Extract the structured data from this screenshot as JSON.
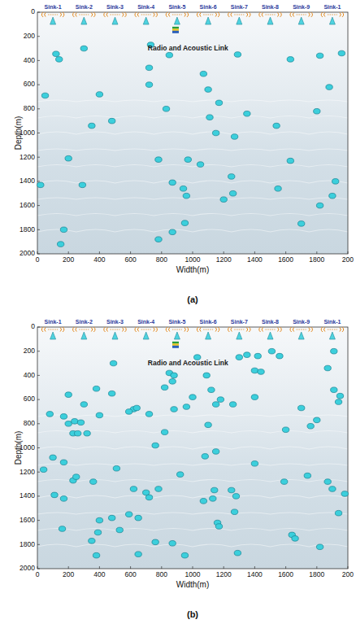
{
  "diagram": {
    "labels": [
      "Sink-1",
      "Sink-2",
      "Sink-3",
      "Sink-4",
      "Sink-5",
      "Sink-6",
      "Sink-7",
      "Sink-8",
      "Sink-9",
      "Sink-1",
      "Radio and Acoustic Link",
      "0",
      "200",
      "400",
      "600",
      "800",
      "1000",
      "1200",
      "1400",
      "1600",
      "1800",
      "2000",
      "0",
      "200",
      "400",
      "600",
      "800",
      "1000",
      "1200",
      "1400",
      "1600",
      "1800",
      "200",
      "Width(m)",
      "Depth(m)",
      "(a)",
      "Sink-1",
      "Sink-2",
      "Sink-3",
      "Sink-4",
      "Sink-5",
      "Sink-6",
      "Sink-7",
      "Sink-8",
      "Sink-9",
      "Sink-1",
      "Radio and Acoustic Link",
      "0",
      "200",
      "400",
      "600",
      "800",
      "1000",
      "1200",
      "1400",
      "1600",
      "1800",
      "2000",
      "0",
      "200",
      "400",
      "600",
      "800",
      "1000",
      "1200",
      "1400",
      "1600",
      "1800",
      "200",
      "Width(m)",
      "Depth(m)",
      "(b)"
    ]
  }
}
